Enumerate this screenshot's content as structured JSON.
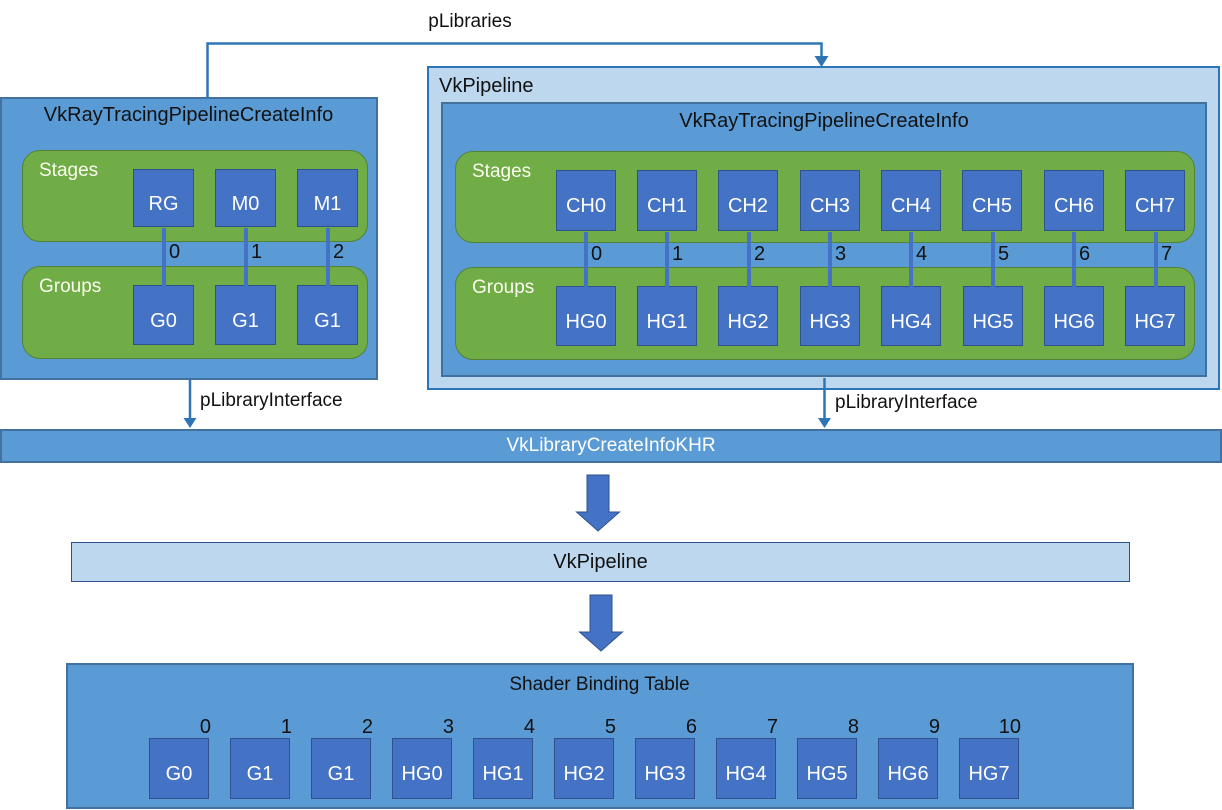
{
  "colors": {
    "medium_blue": "#5B9BD5",
    "medium_blue_border": "#41719C",
    "light_blue": "#BDD7EE",
    "light_blue_border": "#2E75B6",
    "square_blue": "#4472C4",
    "square_border": "#2F528F",
    "green": "#70AD47",
    "green_border": "#548235",
    "connector_line": "#2E75B6",
    "text_dark": "#111111",
    "text_light": "#FFFFFF"
  },
  "connections": {
    "plibraries_label": "pLibraries",
    "left_library_interface_label": "pLibraryInterface",
    "right_library_interface_label": "pLibraryInterface"
  },
  "left_pipeline": {
    "title": "VkRayTracingPipelineCreateInfo",
    "stages_label": "Stages",
    "groups_label": "Groups",
    "stages": [
      "RG",
      "M0",
      "M1"
    ],
    "indices": [
      "0",
      "1",
      "2"
    ],
    "groups": [
      "G0",
      "G1",
      "G1"
    ]
  },
  "right_pipeline": {
    "outer_label": "VkPipeline",
    "title": "VkRayTracingPipelineCreateInfo",
    "stages_label": "Stages",
    "groups_label": "Groups",
    "stages": [
      "CH0",
      "CH1",
      "CH2",
      "CH3",
      "CH4",
      "CH5",
      "CH6",
      "CH7"
    ],
    "indices": [
      "0",
      "1",
      "2",
      "3",
      "4",
      "5",
      "6",
      "7"
    ],
    "groups": [
      "HG0",
      "HG1",
      "HG2",
      "HG3",
      "HG4",
      "HG5",
      "HG6",
      "HG7"
    ]
  },
  "library_bar": {
    "label": "VkLibraryCreateInfoKHR"
  },
  "pipeline_bar": {
    "label": "VkPipeline"
  },
  "sbt": {
    "title": "Shader Binding Table",
    "indices": [
      "0",
      "1",
      "2",
      "3",
      "4",
      "5",
      "6",
      "7",
      "8",
      "9",
      "10"
    ],
    "entries": [
      "G0",
      "G1",
      "G1",
      "HG0",
      "HG1",
      "HG2",
      "HG3",
      "HG4",
      "HG5",
      "HG6",
      "HG7"
    ]
  }
}
